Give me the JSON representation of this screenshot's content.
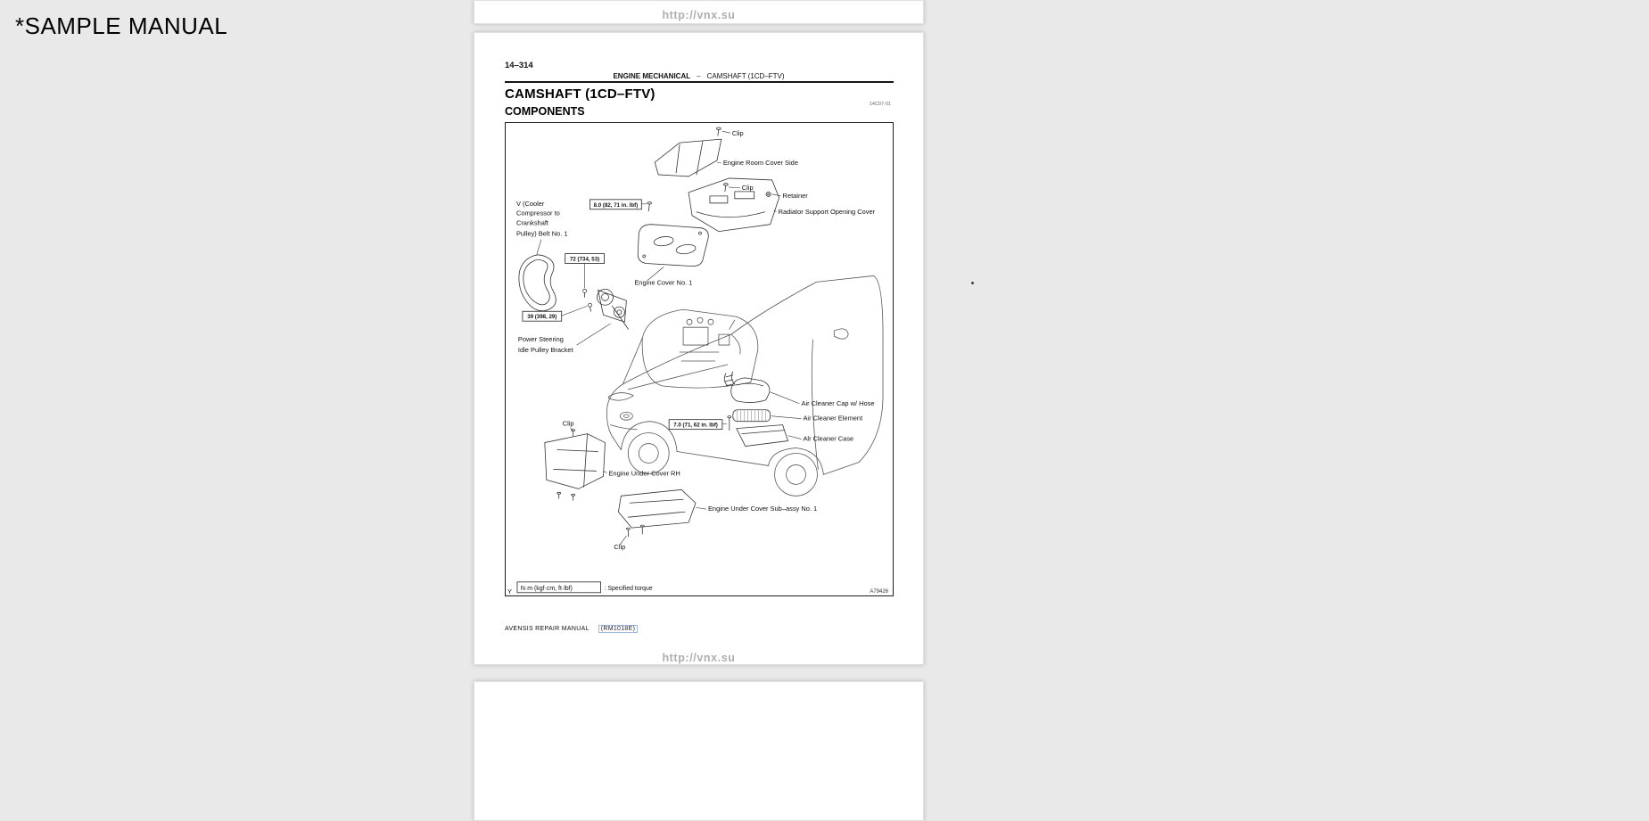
{
  "overlay": {
    "sample_label": "*SAMPLE MANUAL"
  },
  "watermark": {
    "url_text": "http://vnx.su"
  },
  "page": {
    "page_number": "14–314",
    "header": {
      "section": "ENGINE MECHANICAL",
      "separator": "–",
      "topic": "CAMSHAFT (1CD–FTV)"
    },
    "title": "CAMSHAFT (1CD–FTV)",
    "doc_code": "14C07-01",
    "subtitle": "COMPONENTS",
    "figure": {
      "labels": [
        {
          "text": "Clip"
        },
        {
          "text": "Engine Room Cover Side"
        },
        {
          "text": "Clip"
        },
        {
          "text": "Retainer"
        },
        {
          "text": "Radiator Support Opening Cover"
        },
        {
          "text": "V (Cooler"
        },
        {
          "text": "Compressor to"
        },
        {
          "text": "Crankshaft"
        },
        {
          "text": "Pulley) Belt No. 1"
        },
        {
          "text": "Engine Cover No. 1"
        },
        {
          "text": "Power Steering"
        },
        {
          "text": "Idle Pulley Bracket"
        },
        {
          "text": "Air Cleaner Cap w/ Hose"
        },
        {
          "text": "Air Cleaner Element"
        },
        {
          "text": "Alr Cleaner Case"
        },
        {
          "text": "Clip"
        },
        {
          "text": "Engine Under Cover RH"
        },
        {
          "text": "Engine Under Cover Sub–assy No. 1"
        },
        {
          "text": "Clip"
        }
      ],
      "torque_specs": [
        {
          "text": "8.0 (82, 71 in. lbf)"
        },
        {
          "text": "72 (734, 53)"
        },
        {
          "text": "39 (398, 29)"
        },
        {
          "text": "7.0 (71, 62 in. lbf)"
        }
      ],
      "legend": {
        "box_text": "N·m (kgf·cm, ft·lbf)",
        "caption": ": Specified torque"
      },
      "figure_code": "A79426",
      "corner_mark": "Y"
    },
    "footer": {
      "manual_name": "AVENSIS REPAIR MANUAL",
      "code": "(RM1018E)"
    }
  }
}
